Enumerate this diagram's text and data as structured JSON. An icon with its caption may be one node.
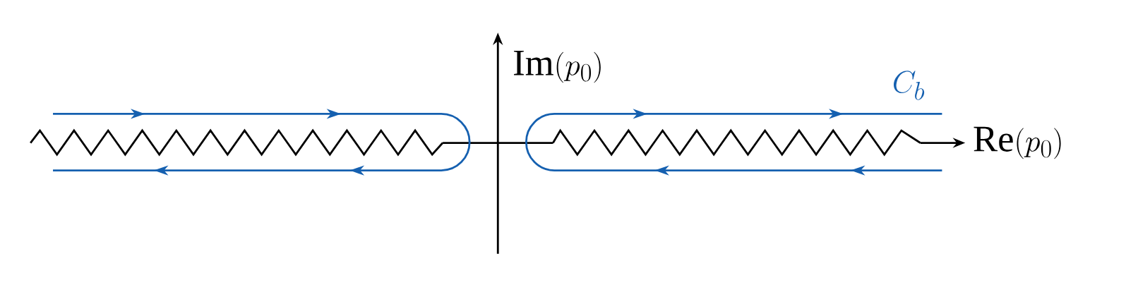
{
  "diagram": {
    "labels": [
      "\\mathrm{Im}(p_0)",
      "C_b",
      "\\mathrm{Re}(p_0)"
    ]
  }
}
